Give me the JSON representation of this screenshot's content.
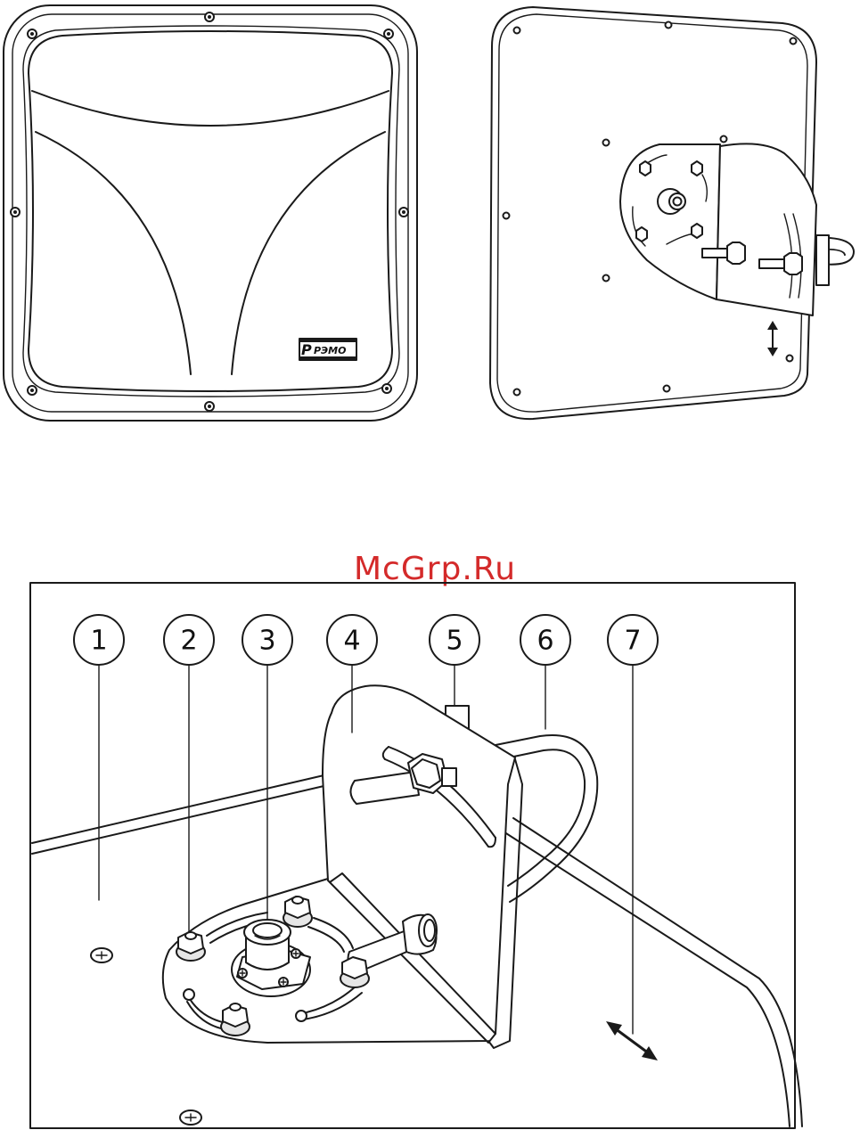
{
  "watermark": "McGrp.Ru",
  "logo": {
    "text": "РЭМО"
  },
  "callouts": [
    {
      "number": "1"
    },
    {
      "number": "2"
    },
    {
      "number": "3"
    },
    {
      "number": "4"
    },
    {
      "number": "5"
    },
    {
      "number": "6"
    },
    {
      "number": "7"
    }
  ],
  "colors": {
    "line": "#1a1a1a",
    "watermark": "#d42a2a"
  },
  "icons": [
    "screw-icon",
    "nut-icon",
    "double-arrow-icon",
    "logo-icon"
  ]
}
